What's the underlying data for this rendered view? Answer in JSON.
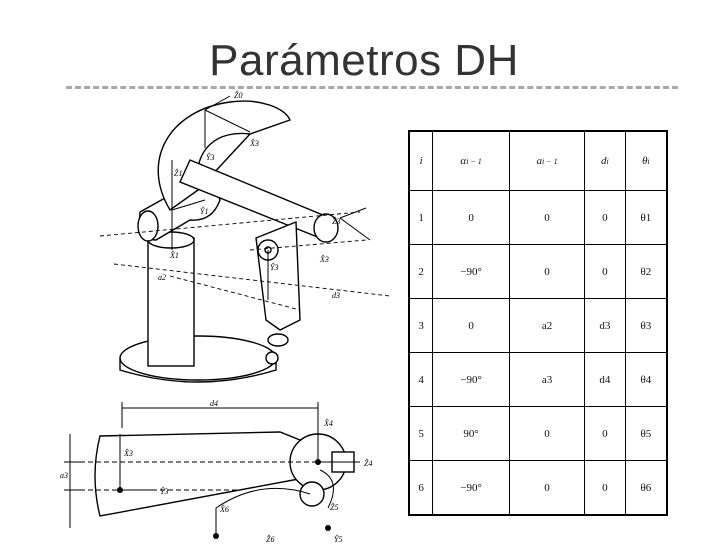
{
  "slide": {
    "title": "Parámetros DH"
  },
  "table": {
    "headers": [
      "i",
      "α",
      "a",
      "d",
      "θ"
    ],
    "header_subs": [
      "",
      "i − 1",
      "i − 1",
      "i",
      "i"
    ],
    "rows": [
      [
        "1",
        "0",
        "0",
        "0",
        "θ1"
      ],
      [
        "2",
        "−90°",
        "0",
        "0",
        "θ2"
      ],
      [
        "3",
        "0",
        "a2",
        "d3",
        "θ3"
      ],
      [
        "4",
        "−90°",
        "a3",
        "d4",
        "θ4"
      ],
      [
        "5",
        "90°",
        "0",
        "0",
        "θ5"
      ],
      [
        "6",
        "−90°",
        "0",
        "0",
        "θ6"
      ]
    ]
  },
  "figure_top": {
    "labels": [
      "Ẑ0",
      "X̂3",
      "Ŷ3",
      "Ẑ1",
      "Ŷ1",
      "X̂1",
      "a2",
      "Ẑ3",
      "X̂3",
      "Ŷ3",
      "d3"
    ]
  },
  "figure_bottom": {
    "labels": [
      "d4",
      "X̂4",
      "X̂3",
      "a3",
      "Ŷ3",
      "Ẑ6",
      "X̂6",
      "Ẑ4",
      "Ẑ5",
      "Ŷ5"
    ]
  }
}
